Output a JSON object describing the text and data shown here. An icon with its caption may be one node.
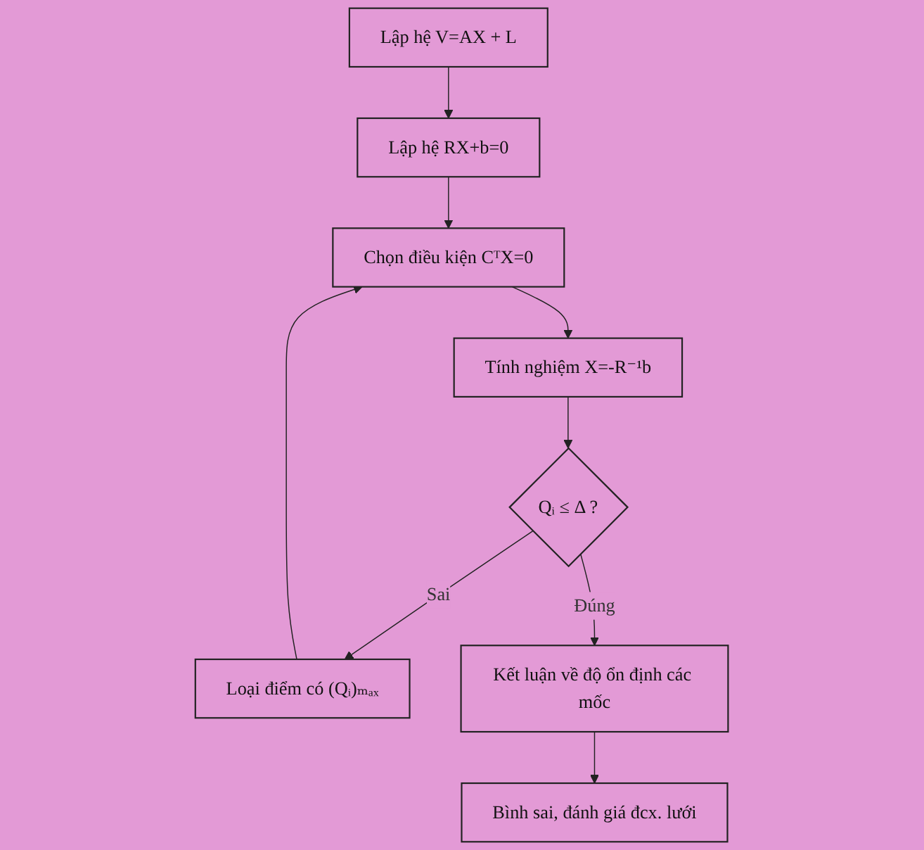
{
  "diagram": {
    "nodes": [
      {
        "text": [
          "Lập hệ V=AX + L"
        ]
      },
      {
        "text": [
          "Lập hệ RX+b=0"
        ]
      },
      {
        "text": [
          "Chọn điều kiện CᵀX=0"
        ]
      },
      {
        "text": [
          "Tính nghiệm X=-R⁻¹b"
        ]
      },
      {
        "text": [
          "Loại điểm có (Qᵢ)ₘₐₓ"
        ]
      },
      {
        "text": [
          "Qᵢ ≤ Δ ?"
        ]
      },
      {
        "text": [
          "Kết luận về độ ổn định các mốc"
        ]
      },
      {
        "text": [
          "Bình sai, đánh giá đcx. lưới"
        ]
      }
    ],
    "edges": [
      {
        "from": 0,
        "to": 1,
        "arrow": "to"
      },
      {
        "from": 1,
        "to": 2,
        "arrow": "to"
      },
      {
        "from": 2,
        "to": 3,
        "arrow": "to"
      },
      {
        "from": 3,
        "to": 5,
        "arrow": "to"
      },
      {
        "from": 5,
        "to": 4,
        "arrow": "to",
        "label": "Sai"
      },
      {
        "from": 4,
        "to": 2,
        "arrow": "to"
      },
      {
        "from": 5,
        "to": 6,
        "arrow": "to",
        "label": "Đúng"
      },
      {
        "from": 6,
        "to": 7,
        "arrow": "to"
      }
    ]
  }
}
